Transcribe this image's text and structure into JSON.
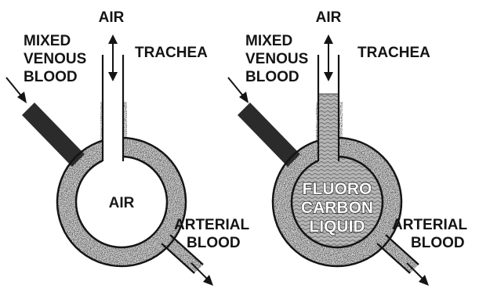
{
  "colors": {
    "ink": "#141414",
    "venous": "#2b2b2b",
    "stipple_bg": "#d9d9d9",
    "liquid": "#a8a8a8"
  },
  "left": {
    "air_top": "AIR",
    "mixed_venous": [
      "MIXED",
      "VENOUS",
      "BLOOD"
    ],
    "trachea": "TRACHEA",
    "center": "AIR",
    "arterial": [
      "ARTERIAL",
      "BLOOD"
    ]
  },
  "right": {
    "air_top": "AIR",
    "mixed_venous": [
      "MIXED",
      "VENOUS",
      "BLOOD"
    ],
    "trachea": "TRACHEA",
    "center": [
      "FLUORO",
      "CARBON",
      "LIQUID"
    ],
    "arterial": [
      "ARTERIAL",
      "BLOOD"
    ]
  }
}
